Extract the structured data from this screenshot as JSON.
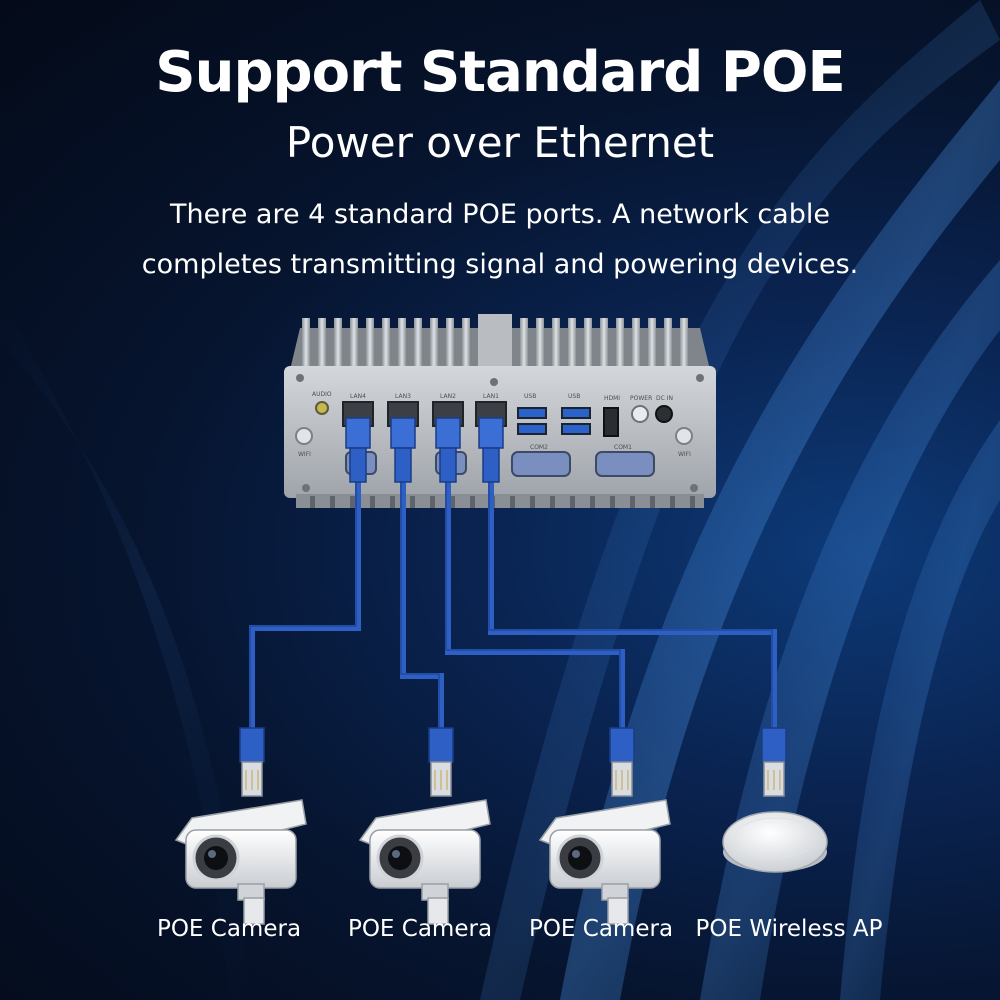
{
  "header": {
    "title": "Support Standard POE",
    "subtitle": "Power over Ethernet",
    "description_lines": [
      "There are 4 standard POE ports. A network cable",
      "completes transmitting signal and powering devices."
    ]
  },
  "device": {
    "port_labels": [
      "AUDIO",
      "LAN4",
      "LAN3",
      "LAN2",
      "LAN1",
      "USB",
      "USB",
      "HDMI",
      "POWER",
      "DC IN",
      "WIFI",
      "WIFI",
      "COM2",
      "COM1"
    ]
  },
  "devices": [
    {
      "label": "POE Camera",
      "icon": "camera-icon"
    },
    {
      "label": "POE Camera",
      "icon": "camera-icon"
    },
    {
      "label": "POE Camera",
      "icon": "camera-icon"
    },
    {
      "label": "POE Wireless AP",
      "icon": "wireless-ap-icon"
    }
  ],
  "colors": {
    "cable": "#2d5fc4",
    "cable_dark": "#1c3f8c",
    "chassis": "#b8bcc2",
    "text": "#ffffff"
  }
}
